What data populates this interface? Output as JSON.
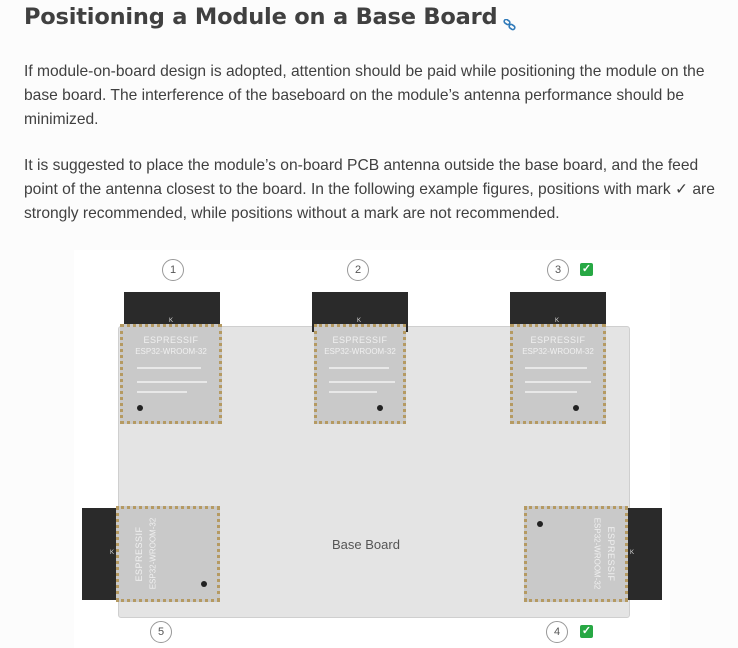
{
  "heading": {
    "title": "Positioning a Module on a Base Board",
    "link_icon": "link-icon"
  },
  "paragraphs": [
    "If module-on-board design is adopted, attention should be paid while positioning the module on the base board. The interference of the baseboard on the module’s antenna performance should be minimized.",
    "It is suggested to place the module’s on-board PCB antenna outside the base board, and the feed point of the antenna closest to the board. In the following example figures, positions with mark ✓ are strongly recommended, while positions without a mark are not recommended."
  ],
  "figure": {
    "board_label": "Base Board",
    "module_brand": "ESPRESSIF",
    "module_model": "ESP32-WROOM-32",
    "antenna_mark": "K",
    "positions": [
      {
        "number": "1",
        "recommended": false
      },
      {
        "number": "2",
        "recommended": false
      },
      {
        "number": "3",
        "recommended": true
      },
      {
        "number": "4",
        "recommended": true
      },
      {
        "number": "5",
        "recommended": false
      }
    ],
    "check_icon": "check-icon",
    "colors": {
      "check": "#27a844",
      "board": "#e4e4e4",
      "antenna": "#2a2a2a",
      "shield": "#c9c9c9",
      "text": "#404040"
    }
  }
}
